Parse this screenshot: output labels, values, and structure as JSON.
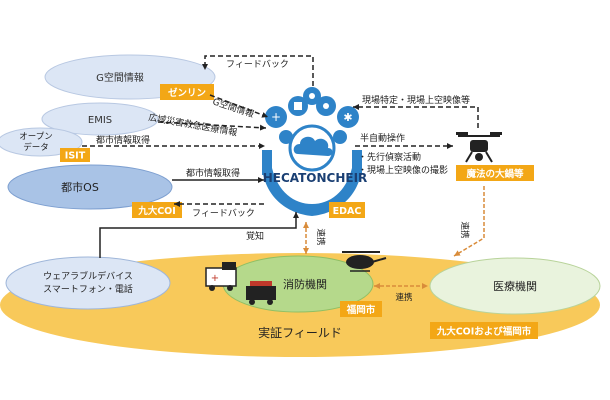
{
  "colors": {
    "field": "#f8c95a",
    "ellipse_light": "#dce6f5",
    "ellipse_mid": "#a9c3e6",
    "ellipse_city": "#8fb0de",
    "ellipse_green": "#b5d98b",
    "ellipse_medical": "#e9f3dd",
    "tag": "#f3a716",
    "hand_blue": "#2e83c8",
    "arrow_orange": "#d98c3a",
    "dashed": "#222222"
  },
  "nodes": {
    "g_space": "G空間情報",
    "emis": "EMIS",
    "open_data_line1": "オープン",
    "open_data_line2": "データ",
    "city_os": "都市OS",
    "wearable_line1": "ウェアラブルデバイス",
    "wearable_line2": "スマートフォン・電話",
    "fire_dept": "消防機関",
    "medical": "医療機関",
    "field": "実証フィールド",
    "hub": "HECATONCHEIR"
  },
  "tags": {
    "zenrin": "ゼンリン",
    "isit": "ISIT",
    "kyudai_coi": "九大COI",
    "edac": "EDAC",
    "fukuoka_city_1": "福岡市",
    "drone_co": "魔法の大鍋等",
    "kyudai_and_fukuoka": "九大COIおよび福岡市"
  },
  "arrows": {
    "feedback_top": "フィードバック",
    "g_space_info": "G空間情報",
    "wide_area_info": "広域災害救急医療情報",
    "city_info_fetch_1": "都市情報取得",
    "site_video": "現場特定・現場上空映像等",
    "semi_auto": "半自動操作",
    "bullet_1": "・先行偵察活動",
    "bullet_2": "・現場上空映像の撮影",
    "city_info_fetch_2": "都市情報取得",
    "feedback_city": "フィードバック",
    "awareness": "覚知",
    "link_1": "連携",
    "link_2": "連携",
    "link_3": "連携"
  },
  "icons": {
    "hub": "hands-holding-cloud-icon",
    "drone": "drone-icon",
    "ambulance": "ambulance-icon",
    "fire_truck": "fire-truck-icon",
    "helicopter": "helicopter-icon"
  }
}
